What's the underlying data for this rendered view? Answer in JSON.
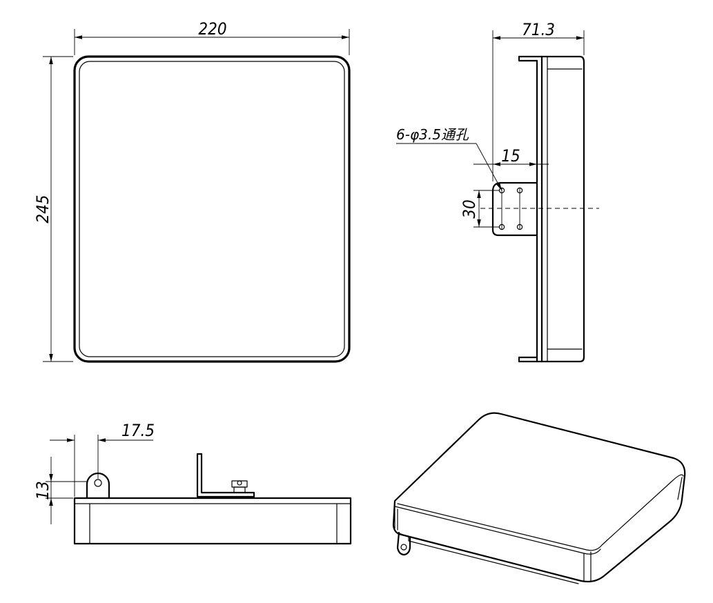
{
  "dimensions": {
    "front_width": "220",
    "front_height": "245",
    "side_depth": "71.3",
    "bracket_offset": "15",
    "hole_spacing": "30",
    "bottom_bracket_offset": "17.5",
    "bottom_bracket_height": "13"
  },
  "annotations": {
    "holes": "6-φ3.5通孔"
  }
}
